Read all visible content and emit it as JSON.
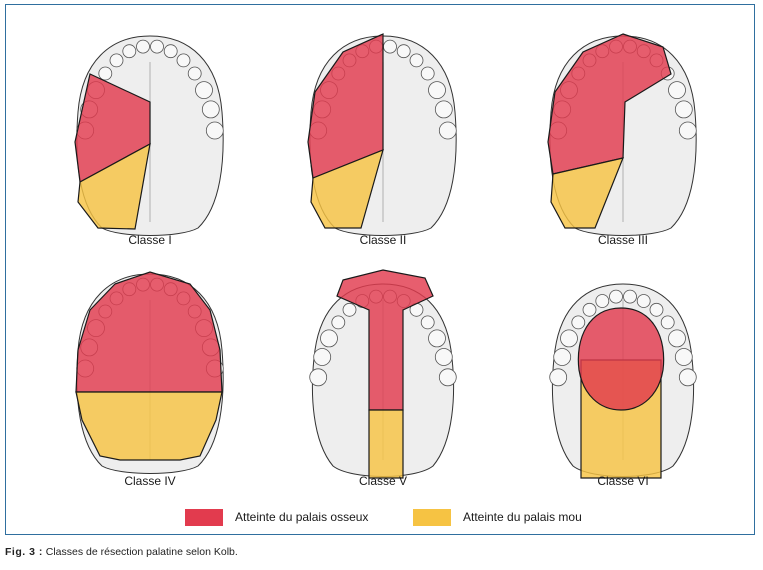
{
  "colors": {
    "bone": "#e23b4e",
    "soft": "#f6c343",
    "frame": "#2f6f9f",
    "jaw": "#eeeeee",
    "tooth": "#f8f8f8",
    "outline": "#333333"
  },
  "panels": [
    {
      "label": "Classe I"
    },
    {
      "label": "Classe II"
    },
    {
      "label": "Classe III"
    },
    {
      "label": "Classe IV"
    },
    {
      "label": "Classe V"
    },
    {
      "label": "Classe VI"
    }
  ],
  "legend": {
    "bone_label": "Atteinte du palais osseux",
    "soft_label": "Atteinte du palais mou"
  },
  "caption": {
    "fig": "Fig. 3 :",
    "text": " Classes de résection palatine selon Kolb."
  }
}
